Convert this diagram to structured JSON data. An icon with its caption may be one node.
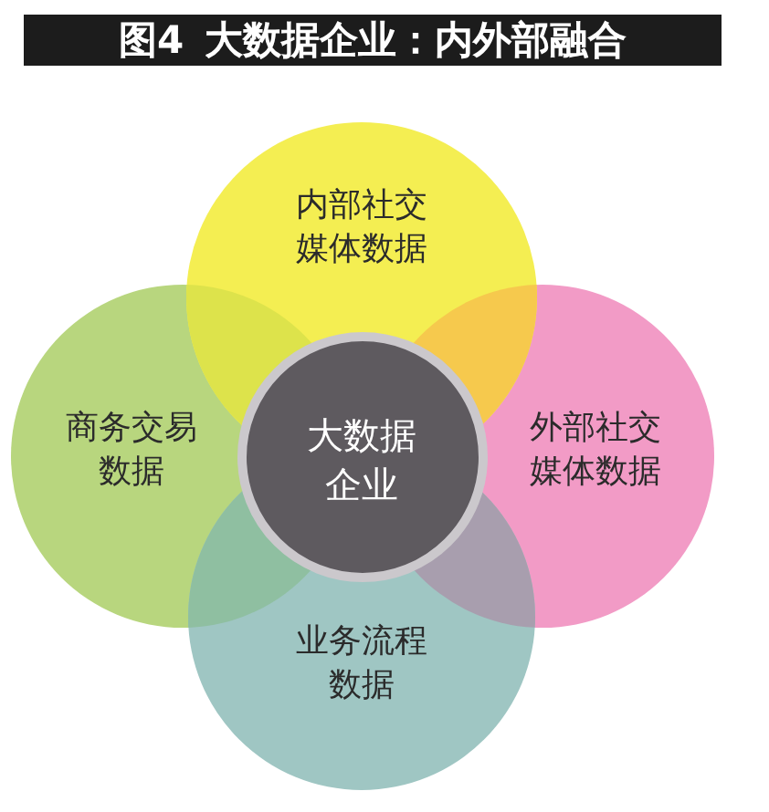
{
  "diagram": {
    "title": "图4 大数据企业：内外部融合",
    "nodes": [
      {
        "text": [
          "内部社交媒体数据"
        ]
      },
      {
        "text": [
          "商务交易数据"
        ]
      },
      {
        "text": [
          "大数据企业"
        ]
      },
      {
        "text": [
          "外部社交媒体数据"
        ]
      },
      {
        "text": [
          "业务流程数据"
        ]
      }
    ]
  }
}
